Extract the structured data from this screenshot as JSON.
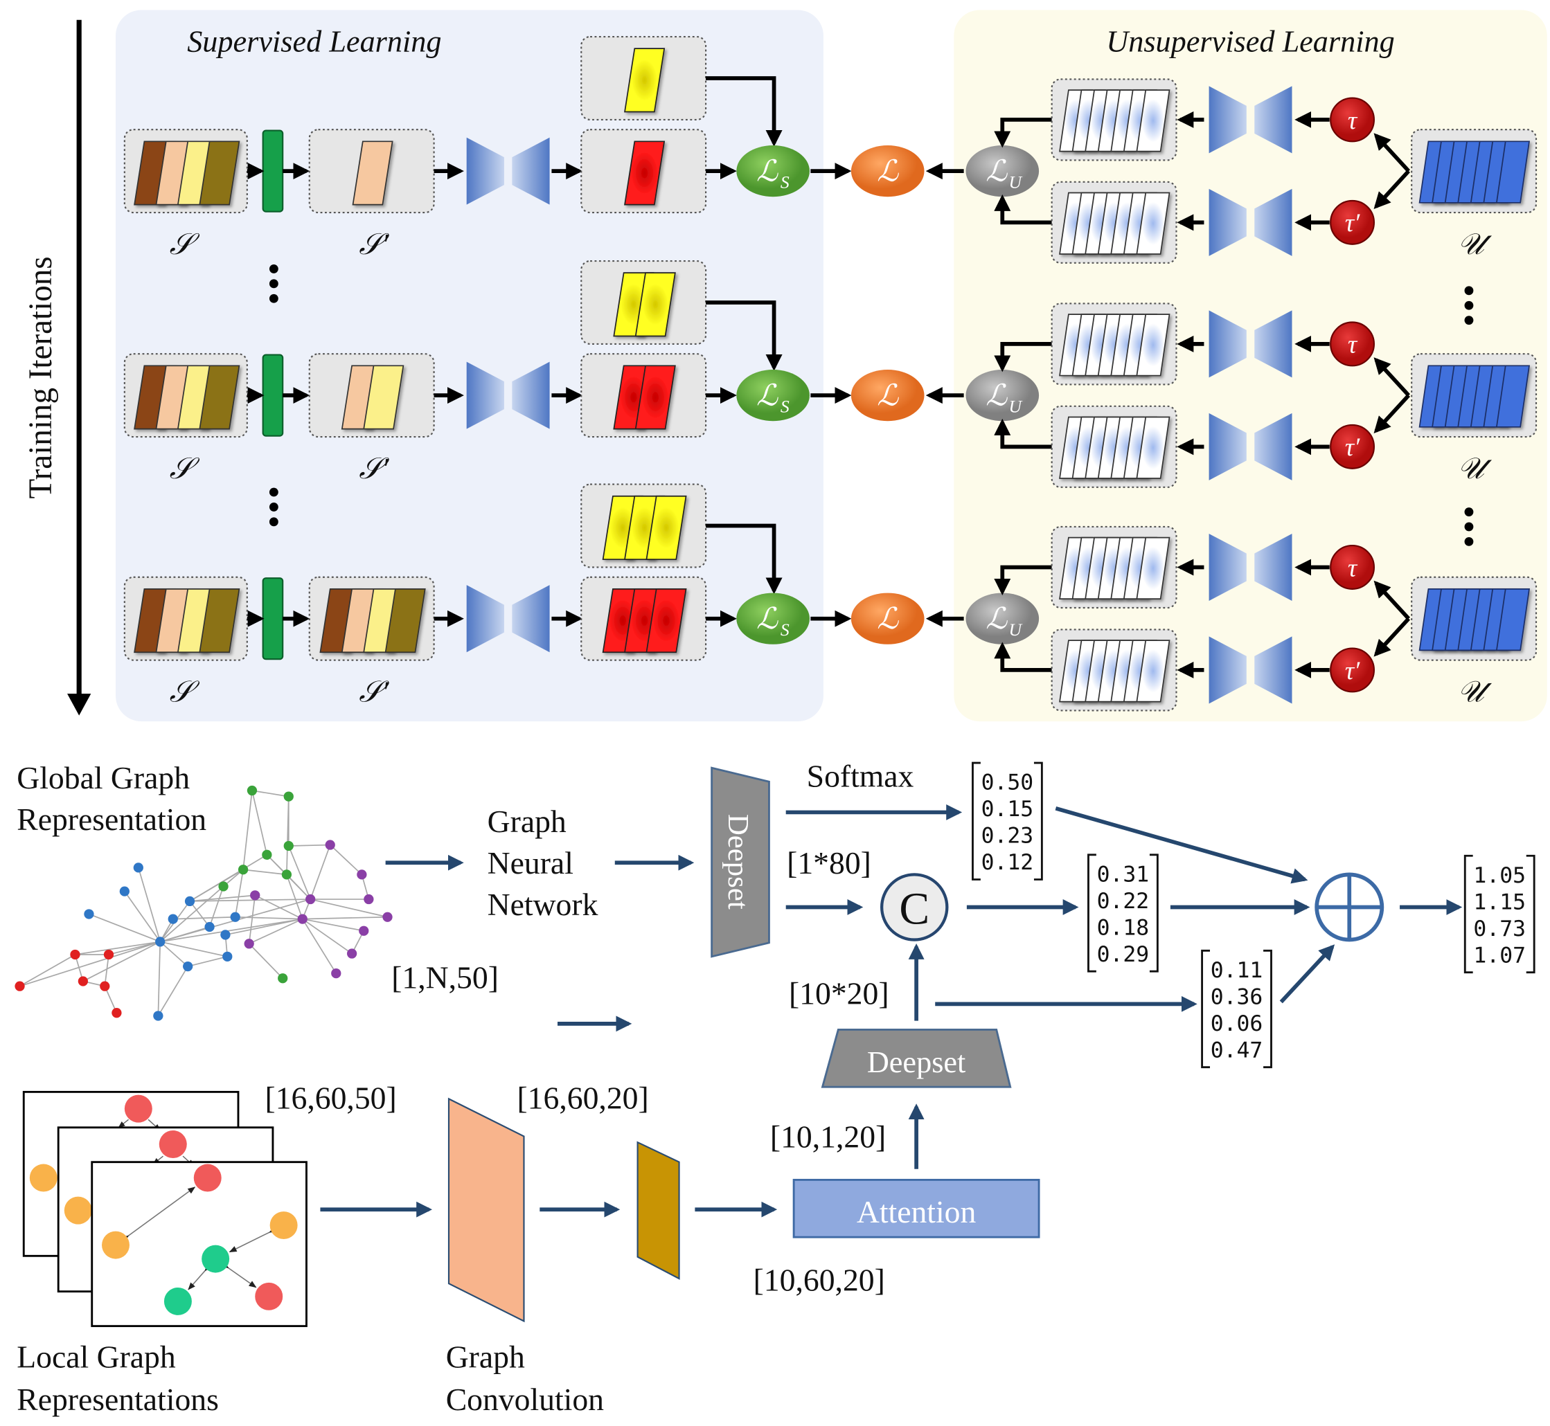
{
  "top": {
    "axis_label": "Training Iterations",
    "supervised_title": "Supervised Learning",
    "unsupervised_title": "Unsupervised Learning",
    "set_s": "𝒮",
    "set_s_prime": "𝒮′",
    "set_u": "𝒰",
    "loss_s": "ℒ",
    "loss_s_sub": "S",
    "loss_u": "ℒ",
    "loss_u_sub": "U",
    "loss_total": "ℒ",
    "tau": "τ",
    "tau_prime": "τ′",
    "colors": {
      "supervised_bg": "#edf1fa",
      "unsupervised_bg": "#fdfbea",
      "loss_s": "#5ba83a",
      "loss_total": "#ec7a2c",
      "loss_u": "#8f8f8f",
      "tau": "#c41414",
      "bottleneck": "#16a04a",
      "pred": "#ee1111",
      "gt": "#f3f31a"
    }
  },
  "bottom": {
    "global_graph_label_1": "Global Graph",
    "global_graph_label_2": "Representation",
    "gnn_1": "Graph",
    "gnn_2": "Neural",
    "gnn_3": "Network",
    "deepset_vertical": "Deepset",
    "softmax": "Softmax",
    "concat_label": "[1*80]",
    "concat_symbol": "C",
    "dim_1n50": "[1,N,50]",
    "dim_10x20": "[10*20]",
    "deepset_horizontal": "Deepset",
    "dim_10_1_20": "[10,1,20]",
    "attention": "Attention",
    "dim_10_60_20": "[10,60,20]",
    "dim_16_60_50": "[16,60,50]",
    "dim_16_60_20": "[16,60,20]",
    "local_graph_1": "Local Graph",
    "local_graph_2": "Representations",
    "graph_conv_1": "Graph",
    "graph_conv_2": "Convolution",
    "vec_softmax": [
      "0.50",
      "0.15",
      "0.23",
      "0.12"
    ],
    "vec_concat": [
      "0.31",
      "0.22",
      "0.18",
      "0.29"
    ],
    "vec_deepset": [
      "0.11",
      "0.36",
      "0.06",
      "0.47"
    ],
    "vec_output": [
      "1.05",
      "1.15",
      "0.73",
      "1.07"
    ]
  }
}
